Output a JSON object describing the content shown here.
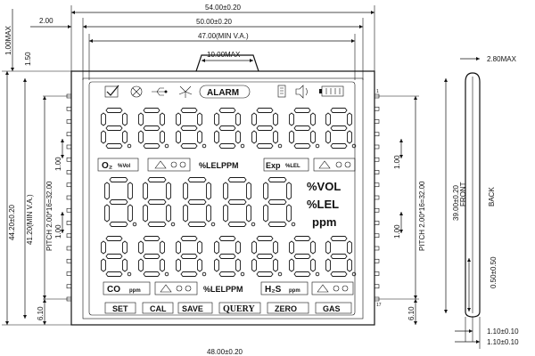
{
  "dimensions": {
    "overall_width": "54.00±0.20",
    "view_width": "50.00±0.20",
    "va_width": "47.00(MIN V.A.)",
    "tail_width": "10.00MAX",
    "left_offset": "2.00",
    "top_max": "1.00MAX",
    "top_offset": "1.50",
    "overall_height": "44.20±0.20",
    "va_height": "41.20(MIN V.A.)",
    "pitch_left": "PITCH 2.00*16=32.00",
    "pitch_right": "PITCH 2.00*16=32.00",
    "pin_gap_top_left": "1.00",
    "pin_gap_mid_left": "1.00",
    "pin_gap_right_top": "1.00",
    "pin_gap_right_mid": "1.00",
    "bottom_left": "6.10",
    "bottom_right": "6.10",
    "bottom_width_partial": "48.00±0.20",
    "side_thickness": "2.80MAX",
    "side_height": "39.00±0.20",
    "side_front": "FRONT",
    "side_back": "BACK",
    "side_pin_len": "0.50±0.50",
    "side_pin_w1": "1.10±0.10",
    "side_pin_w2": "1.10±0.10"
  },
  "lcd": {
    "status_alarm": "ALARM",
    "pin_mark_1": "1",
    "pin_mark_17": "17",
    "unit_o2": "O₂",
    "unit_o2_vol": "%Vol",
    "unit_lel_ppm_1": "%LELPPM",
    "unit_exp": "Exp",
    "unit_exp_lel": "%LEL",
    "unit_vol": "%VOL",
    "unit_lel": "%LEL",
    "unit_ppm": "ppm",
    "unit_co": "CO",
    "unit_co_ppm": "ppm",
    "unit_lel_ppm_2": "%LELPPM",
    "unit_h2s": "H₂S",
    "unit_h2s_ppm": "ppm",
    "btn_set": "SET",
    "btn_cal": "CAL",
    "btn_save": "SAVE",
    "btn_query": "QUERY",
    "btn_zero": "ZERO",
    "btn_gas": "GAS"
  },
  "icons": [
    "check-icon",
    "fan-off-icon",
    "usb-icon",
    "fan-icon",
    "phone-icon",
    "speaker-icon",
    "battery-icon",
    "bell-icon",
    "pump-icon"
  ]
}
